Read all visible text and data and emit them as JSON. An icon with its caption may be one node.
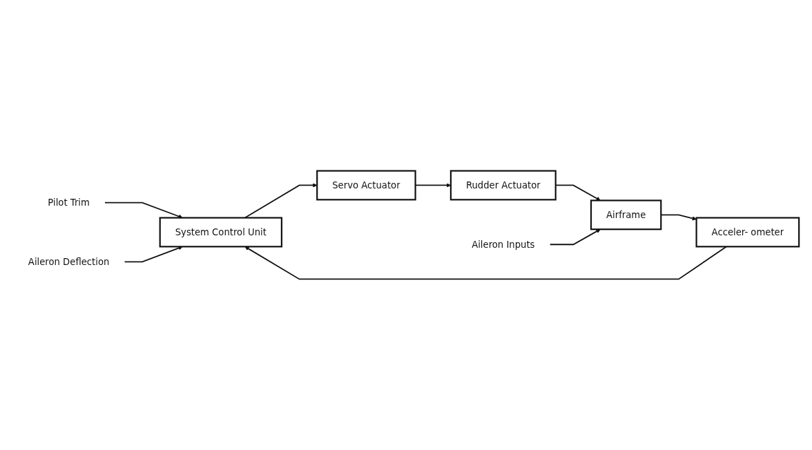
{
  "diagram": {
    "nodes": [
      {
        "text": [
          "Pilot Trim"
        ]
      },
      {
        "text": [
          "Aileron Deflection"
        ]
      },
      {
        "text": [
          "System Control Unit"
        ]
      },
      {
        "text": [
          "Servo Actuator"
        ]
      },
      {
        "text": [
          "Rudder Actuator"
        ]
      },
      {
        "text": [
          "Airframe"
        ]
      },
      {
        "text": [
          "Acceler- ometer"
        ]
      },
      {
        "text": [
          "Aileron Inputs"
        ]
      }
    ],
    "edges": [
      {
        "from": 0,
        "to": 2,
        "arrow": "to"
      },
      {
        "from": 1,
        "to": 2,
        "arrow": "to"
      },
      {
        "from": 2,
        "to": 3,
        "arrow": "to"
      },
      {
        "from": 3,
        "to": 4,
        "arrow": "to"
      },
      {
        "from": 4,
        "to": 5,
        "arrow": "to"
      },
      {
        "from": 7,
        "to": 5,
        "arrow": "to"
      },
      {
        "from": 5,
        "to": 6,
        "arrow": "to"
      },
      {
        "from": 6,
        "to": 2,
        "arrow": "to"
      }
    ]
  }
}
